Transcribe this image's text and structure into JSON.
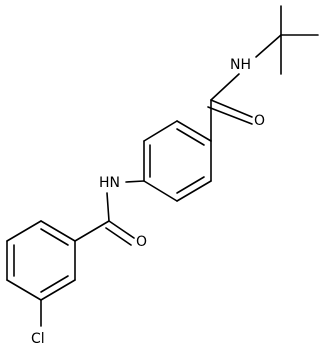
{
  "figure": {
    "type": "chemical-structure",
    "atom_labels": {
      "nh_tert_butyl": "NH",
      "o_upper_amide": "O",
      "nh_anilide": "HN",
      "o_lower_amide": "O",
      "cl": "Cl"
    }
  },
  "colors": {
    "bond": "#000000",
    "label": "#000000",
    "background": "#ffffff"
  }
}
